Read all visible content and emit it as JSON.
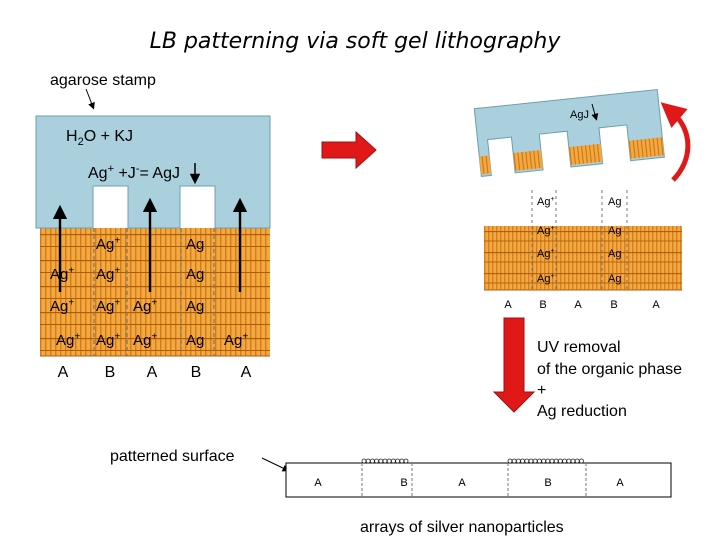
{
  "title": "LB patterning via soft gel lithography",
  "labels": {
    "agarose_stamp": "agarose stamp",
    "stamp_solution": "H2O + KJ",
    "reaction": "Ag+ +J-= AgJ",
    "agj_small": "AgJ",
    "ag_plus": "Ag+",
    "ag": "Ag",
    "uv_line1": "UV removal",
    "uv_line2": "of the organic phase",
    "uv_line3": "+",
    "uv_line4": "Ag reduction",
    "patterned_surface": "patterned surface",
    "nanoparticles": "arrays of silver nanoparticles"
  },
  "left_regions": [
    "A",
    "B",
    "A",
    "B",
    "A"
  ],
  "right_regions": [
    "A",
    "B",
    "A",
    "B",
    "A"
  ],
  "bottom_regions": [
    "A",
    "B",
    "A",
    "B",
    "A"
  ],
  "left_rows": [
    [
      "",
      "Ag+",
      "",
      "Ag",
      ""
    ],
    [
      "Ag+",
      "Ag+",
      "",
      "Ag",
      ""
    ],
    [
      "Ag+",
      "Ag+",
      "Ag+",
      "Ag",
      ""
    ],
    [
      "Ag+",
      "Ag+",
      "Ag+",
      "Ag",
      "Ag+"
    ]
  ],
  "right_rows": [
    [
      "Ag+",
      "Ag"
    ],
    [
      "Ag+",
      "Ag"
    ],
    [
      "Ag+",
      "Ag"
    ],
    [
      "Ag+",
      "Ag"
    ]
  ],
  "colors": {
    "stamp": "#a9d0dc",
    "film": "#f4a940",
    "film_line": "#c06a10",
    "arrow_red": "#e01818",
    "dashed": "#777777"
  }
}
